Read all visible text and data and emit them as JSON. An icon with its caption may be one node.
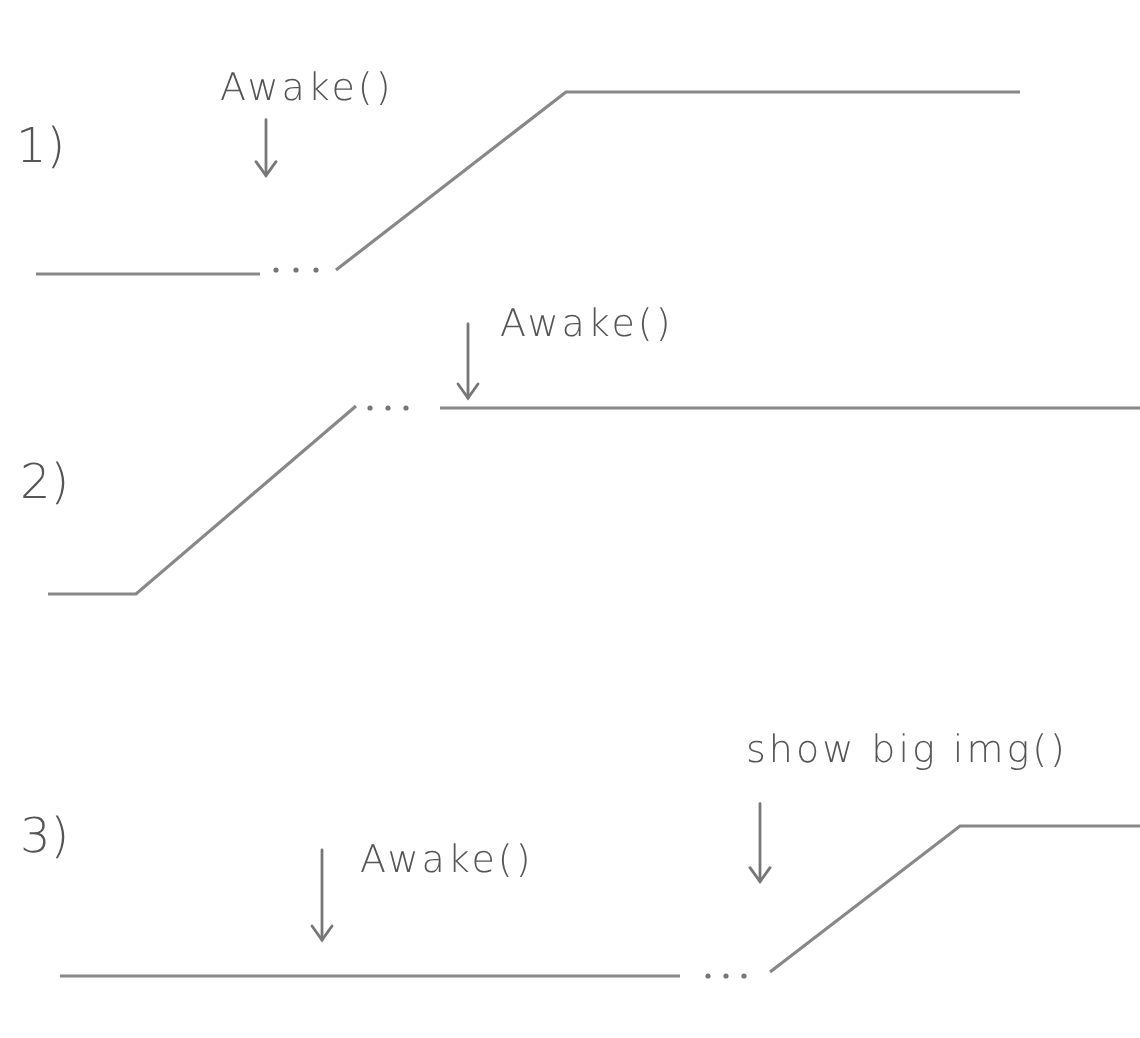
{
  "diagram": {
    "nodes": [
      {
        "text": [
          "Awake()"
        ]
      },
      {
        "text": [
          "Awake()"
        ]
      },
      {
        "text": [
          "Awake()"
        ]
      },
      {
        "text": [
          "show big img()"
        ]
      }
    ],
    "edges": [
      {
        "from": 0,
        "to": null,
        "arrow": "to"
      },
      {
        "from": 1,
        "to": null,
        "arrow": "to"
      },
      {
        "from": 2,
        "to": null,
        "arrow": "to"
      },
      {
        "from": 3,
        "to": null,
        "arrow": "to"
      }
    ],
    "labels": [
      "1)",
      "2)",
      "3)"
    ]
  }
}
